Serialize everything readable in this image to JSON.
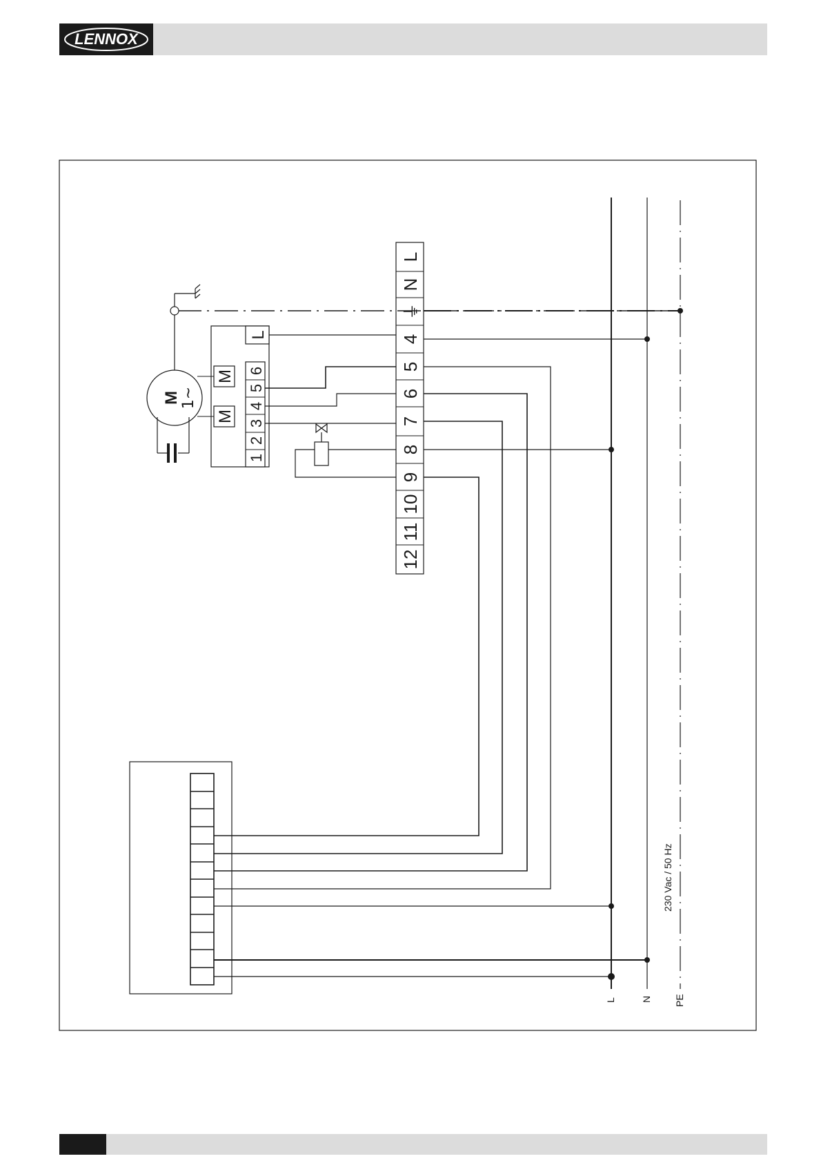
{
  "header": {
    "logo_text": "LENNOX"
  },
  "diagram": {
    "terminal_block_labels": [
      "L",
      "N",
      "⏚",
      "4",
      "5",
      "6",
      "7",
      "8",
      "9",
      "10",
      "11",
      "12"
    ],
    "motor": {
      "symbol": "M",
      "phase": "1~"
    },
    "motor_winding_labels": [
      "M",
      "M"
    ],
    "motor_terminal_labels": [
      "1",
      "2",
      "3",
      "4",
      "5",
      "6"
    ],
    "motor_line_label": "L",
    "bus_labels": [
      "L",
      "N",
      "PE"
    ],
    "supply_label": "230 Vac / 50 Hz"
  },
  "colors": {
    "ink": "#1a1a1a",
    "header_gray": "#dcdcdc"
  }
}
